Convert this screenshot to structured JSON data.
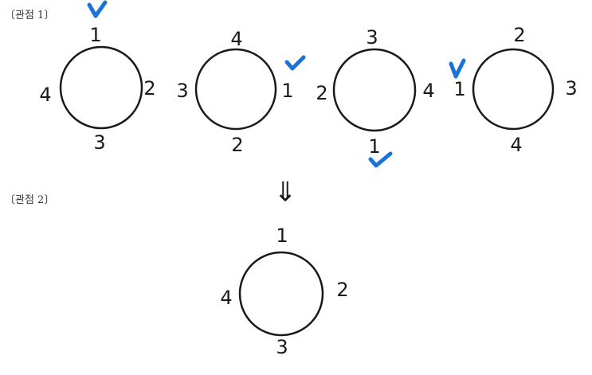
{
  "sections": [
    {
      "label": "〔관점 1〕"
    },
    {
      "label": "〔관점 2〕"
    }
  ],
  "top_circles": [
    {
      "top": "1",
      "right": "2",
      "bottom": "3",
      "left": "4",
      "checked_position": "top"
    },
    {
      "top": "4",
      "right": "1",
      "bottom": "2",
      "left": "3",
      "checked_position": "right"
    },
    {
      "top": "3",
      "right": "4",
      "bottom": "1",
      "left": "2",
      "checked_position": "bottom"
    },
    {
      "top": "2",
      "right": "3",
      "bottom": "4",
      "left": "1",
      "checked_position": "left"
    }
  ],
  "arrow": "⇓",
  "result_circle": {
    "top": "1",
    "right": "2",
    "bottom": "3",
    "left": "4"
  },
  "colors": {
    "check": "#1a73d9",
    "ink": "#1a1a1a"
  }
}
